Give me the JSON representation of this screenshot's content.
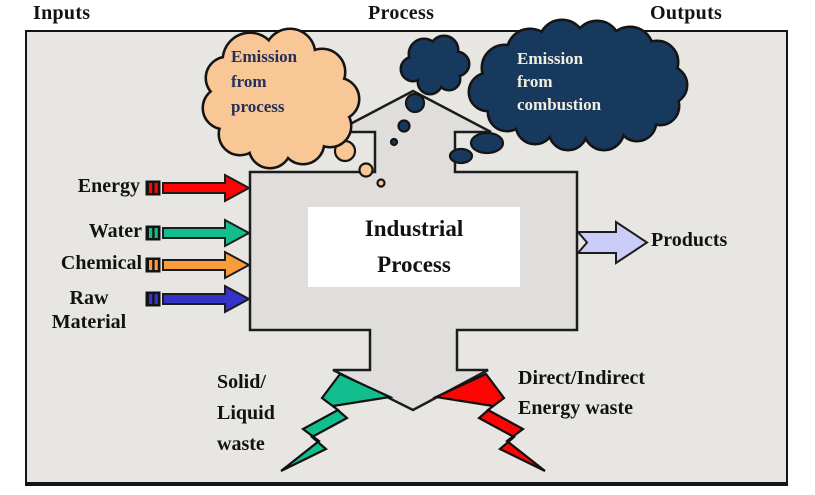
{
  "header": {
    "inputs": "Inputs",
    "process": "Process",
    "outputs": "Outputs"
  },
  "inputs": [
    {
      "label": "Energy",
      "color": "#FE0505"
    },
    {
      "label": "Water",
      "color": "#12BE8E"
    },
    {
      "label": "Chemical",
      "color": "#F89C3C"
    },
    {
      "label": "Raw Material",
      "color": "#3634C6"
    }
  ],
  "process_shape": {
    "line1": "Industrial",
    "line2": "Process",
    "fill": "#DFDEDC"
  },
  "clouds": {
    "process": {
      "line1": "Emission",
      "line2": "from",
      "line3": "process",
      "fill": "#F9C795",
      "text_color": "#23305A"
    },
    "combustion": {
      "line1": "Emission",
      "line2": "from",
      "line3": "combustion",
      "fill": "#17395D",
      "text_color": "#F2EEDF"
    }
  },
  "products": {
    "label": "Products",
    "fill": "#CCCCFB"
  },
  "waste_left": {
    "line1": "Solid/",
    "line2": "Liquid",
    "line3": "waste",
    "bolt_color": "#12BE8E"
  },
  "waste_right": {
    "line1": "Direct/Indirect",
    "line2": "Energy waste",
    "bolt_color": "#FE0505"
  }
}
